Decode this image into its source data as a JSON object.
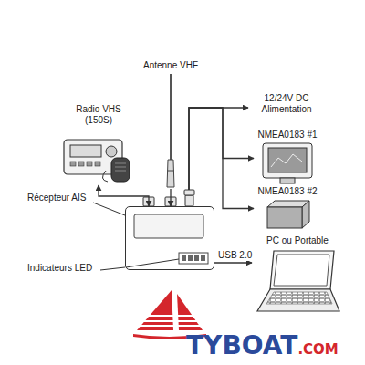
{
  "diagram": {
    "nodes": [
      {
        "text": [
          "Antenne VHF"
        ]
      },
      {
        "text": [
          "Radio VHS (150S)"
        ]
      },
      {
        "text": [
          "Récepteur AIS"
        ]
      },
      {
        "text": [
          "12/24V DC Alimentation"
        ]
      },
      {
        "text": [
          "NMEA0183 #1"
        ]
      },
      {
        "text": [
          "NMEA0183 #2"
        ]
      },
      {
        "text": [
          "PC ou Portable"
        ]
      }
    ],
    "edges": [
      {
        "from": 0,
        "to": 2,
        "arrow": "to"
      },
      {
        "from": 1,
        "to": 2,
        "arrow": "both"
      },
      {
        "from": 2,
        "to": 3,
        "arrow": "to"
      },
      {
        "from": 2,
        "to": 4,
        "arrow": "to"
      },
      {
        "from": 2,
        "to": 5,
        "arrow": "to"
      },
      {
        "from": 2,
        "to": 6,
        "label": "USB 2.0",
        "arrow": "to"
      }
    ],
    "labels": [
      "Indicateurs LED",
      "TYBOAT",
      ".COM"
    ]
  }
}
